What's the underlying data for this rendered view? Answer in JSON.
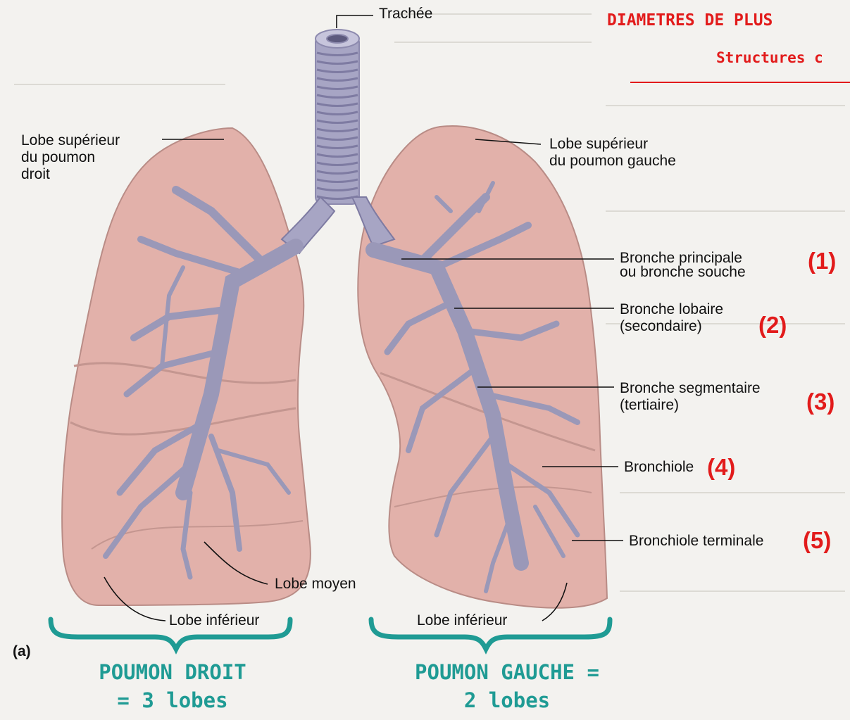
{
  "header": {
    "title": "DIAMETRES DE PLUS",
    "subtitle": "Structures c"
  },
  "labels": {
    "trachea": "Trachée",
    "right_upper_lobe": [
      "Lobe supérieur",
      "du poumon",
      "droit"
    ],
    "left_upper_lobe": [
      "Lobe supérieur",
      "du poumon gauche"
    ],
    "main_bronchus": [
      "Bronche principale",
      "ou bronche souche"
    ],
    "lobar_bronchus": [
      "Bronche lobaire",
      "(secondaire)"
    ],
    "segmental_bronchus": [
      "Bronche segmentaire",
      "(tertiaire)"
    ],
    "bronchiole": "Bronchiole",
    "terminal_bronchiole": "Bronchiole terminale",
    "middle_lobe": "Lobe moyen",
    "right_lower_lobe": "Lobe inférieur",
    "left_lower_lobe": "Lobe inférieur",
    "figure_letter": "(a)"
  },
  "numbers": {
    "n1": "(1)",
    "n2": "(2)",
    "n3": "(3)",
    "n4": "(4)",
    "n5": "(5)"
  },
  "summary": {
    "right": [
      "POUMON DROIT",
      "= 3 lobes"
    ],
    "left": [
      "POUMON GAUCHE =",
      "2 lobes"
    ]
  },
  "colors": {
    "lung": "#e2b1aa",
    "bronchi": "#9a98b8",
    "accent_red": "#e21b1b",
    "teal": "#1f9b94"
  }
}
